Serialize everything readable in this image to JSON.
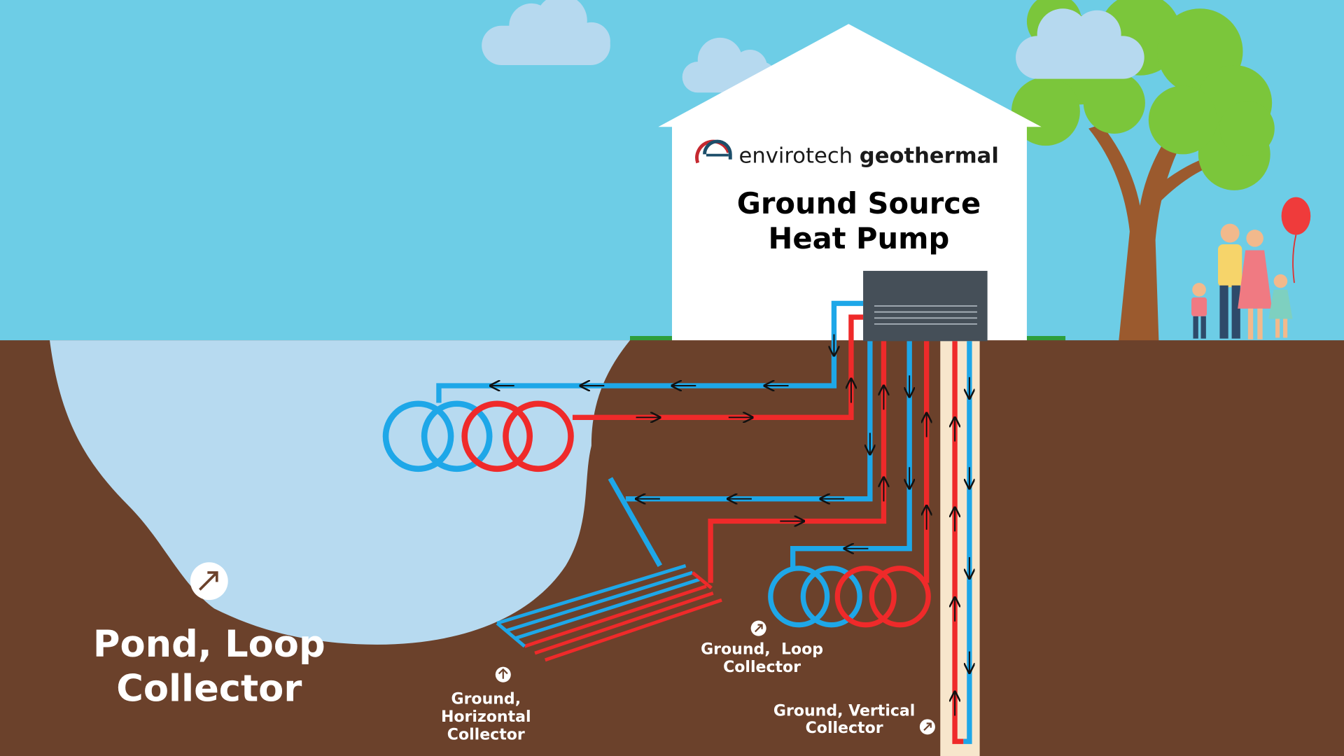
{
  "brand": {
    "name": "envirotech geothermal",
    "word1": "envirotech",
    "word2": "geothermal"
  },
  "title": {
    "line1": "Ground Source",
    "line2": "Heat Pump"
  },
  "labels": {
    "pond": {
      "line1": "Pond, Loop",
      "line2": "Collector"
    },
    "horizontal": {
      "line1": "Ground,",
      "line2": "Horizontal",
      "line3": "Collector"
    },
    "ground_loop": {
      "line1": "Ground,  Loop",
      "line2": "Collector"
    },
    "vertical": {
      "line1": "Ground, Vertical",
      "line2": "Collector"
    }
  },
  "colors": {
    "sky": "#6dcde6",
    "soil": "#6b412b",
    "pond": "#b7daf0",
    "cold_pipe": "#1ea7e8",
    "hot_pipe": "#ef2a2a",
    "heat_pump_unit": "#454f58",
    "house": "#ffffff",
    "tree_leaves": "#7bc63b",
    "tree_trunk": "#9b5a2e",
    "cloud": "#b6d9ef",
    "grass": "#2e9e3c"
  },
  "icons": [
    "arrow-up-right-icon",
    "arrow-up-icon",
    "balloon-icon",
    "logo-icon"
  ]
}
